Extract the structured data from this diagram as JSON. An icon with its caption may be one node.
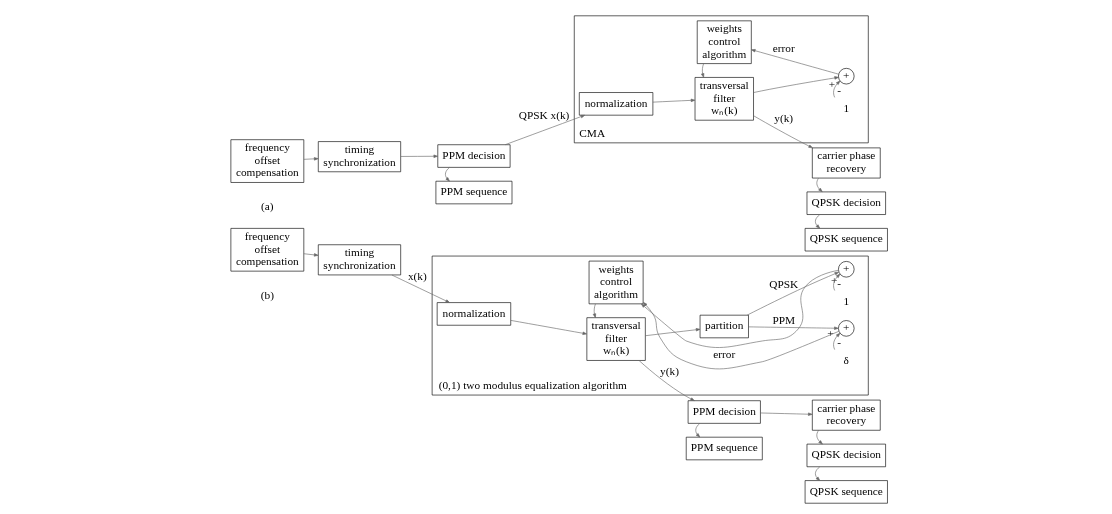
{
  "diagram": {
    "nodes": [
      {
        "text": [
          "frequency offset compensation"
        ]
      },
      {
        "text": [
          "timing synchronization"
        ]
      },
      {
        "text": [
          "PPM decision"
        ]
      },
      {
        "text": [
          "PPM sequence"
        ]
      },
      {
        "text": [
          "CMA"
        ]
      },
      {
        "text": [
          "normalization"
        ],
        "in": 4
      },
      {
        "text": [
          "transversal filter",
          "wₙ(k)"
        ],
        "in": 4
      },
      {
        "text": [
          "weights control algorithm"
        ],
        "in": 4
      },
      {
        "text": [
          "+"
        ],
        "in": 4
      },
      {
        "text": [
          "1"
        ],
        "in": 4
      },
      {
        "text": [
          "carrier phase recovery"
        ]
      },
      {
        "text": [
          "QPSK decision"
        ]
      },
      {
        "text": [
          "QPSK sequence"
        ]
      },
      {
        "text": [
          "frequency offset compensation"
        ]
      },
      {
        "text": [
          "timing synchronization"
        ]
      },
      {
        "text": [
          "(0,1) two modulus equalization algorithm"
        ]
      },
      {
        "text": [
          "normalization"
        ],
        "in": 15
      },
      {
        "text": [
          "transversal filter",
          "wₙ(k)"
        ],
        "in": 15
      },
      {
        "text": [
          "partition"
        ],
        "in": 15
      },
      {
        "text": [
          "weights control algorithm"
        ],
        "in": 15
      },
      {
        "text": [
          "+"
        ],
        "in": 15
      },
      {
        "text": [
          "+"
        ],
        "in": 15
      },
      {
        "text": [
          "δ"
        ],
        "in": 15
      },
      {
        "text": [
          "1"
        ],
        "in": 15
      },
      {
        "text": [
          "PPM decision"
        ]
      },
      {
        "text": [
          "PPM sequence"
        ]
      },
      {
        "text": [
          "carrier phase recovery"
        ]
      },
      {
        "text": [
          "QPSK decision"
        ]
      },
      {
        "text": [
          "QPSK sequence"
        ]
      }
    ],
    "edges": [
      {
        "from": 0,
        "to": 1,
        "arrow": "to"
      },
      {
        "from": 1,
        "to": 2,
        "arrow": "to"
      },
      {
        "from": 2,
        "to": 3,
        "arrow": "to"
      },
      {
        "from": 2,
        "to": 5,
        "arrow": "to",
        "label": "QPSK x(k)"
      },
      {
        "from": 5,
        "to": 6,
        "arrow": "to"
      },
      {
        "from": 6,
        "to": 10,
        "arrow": "to",
        "label": "y(k)"
      },
      {
        "from": 6,
        "to": 8,
        "arrow": "to"
      },
      {
        "from": 9,
        "to": 8,
        "arrow": "to"
      },
      {
        "from": 8,
        "to": 7,
        "arrow": "to",
        "label": "error"
      },
      {
        "from": 7,
        "to": 6,
        "arrow": "to"
      },
      {
        "from": 10,
        "to": 11,
        "arrow": "to"
      },
      {
        "from": 11,
        "to": 12,
        "arrow": "to"
      },
      {
        "from": 13,
        "to": 14,
        "arrow": "to"
      },
      {
        "from": 14,
        "to": 16,
        "arrow": "to",
        "label": "x(k)"
      },
      {
        "from": 16,
        "to": 17,
        "arrow": "to"
      },
      {
        "from": 17,
        "to": 24,
        "arrow": "to",
        "label": "y(k)"
      },
      {
        "from": 17,
        "to": 18,
        "arrow": "to"
      },
      {
        "from": 18,
        "to": 20,
        "arrow": "to",
        "label": "PPM"
      },
      {
        "from": 18,
        "to": 21,
        "arrow": "to",
        "label": "QPSK"
      },
      {
        "from": 20,
        "to": 19,
        "arrow": "to",
        "label": "error"
      },
      {
        "from": 21,
        "to": 19,
        "arrow": "to"
      },
      {
        "from": 22,
        "to": 20,
        "arrow": "to"
      },
      {
        "from": 23,
        "to": 21,
        "arrow": "to"
      },
      {
        "from": 19,
        "to": 17,
        "arrow": "to"
      },
      {
        "from": 24,
        "to": 25,
        "arrow": "to"
      },
      {
        "from": 24,
        "to": 26,
        "arrow": "to"
      },
      {
        "from": 26,
        "to": 27,
        "arrow": "to"
      },
      {
        "from": 27,
        "to": 28,
        "arrow": "to"
      }
    ],
    "labels": [
      "+",
      "-",
      "(a)",
      "+",
      "+",
      "-",
      "-",
      "(b)"
    ]
  }
}
